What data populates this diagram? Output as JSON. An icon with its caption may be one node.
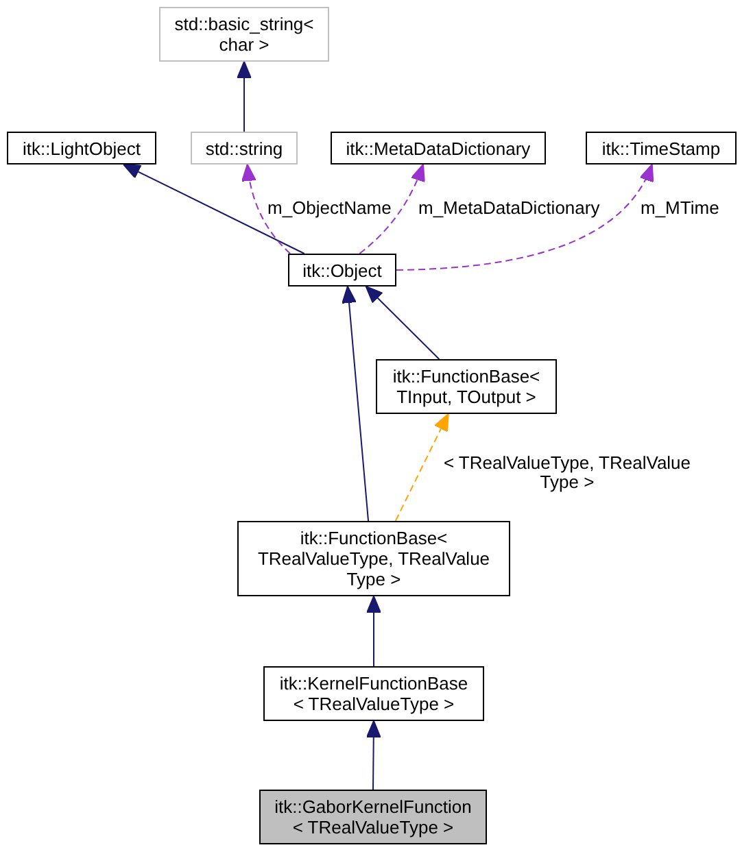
{
  "diagram": {
    "nodes": [
      {
        "text": [
          "std::basic_string< char >"
        ]
      },
      {
        "text": [
          "itk::LightObject"
        ]
      },
      {
        "text": [
          "std::string"
        ]
      },
      {
        "text": [
          "itk::MetaDataDictionary"
        ]
      },
      {
        "text": [
          "itk::TimeStamp"
        ]
      },
      {
        "text": [
          "itk::Object"
        ]
      },
      {
        "text": [
          "itk::FunctionBase< TInput, TOutput >"
        ]
      },
      {
        "text": [
          "itk::FunctionBase< TRealValueType, TRealValue Type >"
        ]
      },
      {
        "text": [
          "itk::KernelFunctionBase < TRealValueType >"
        ]
      },
      {
        "text": [
          "itk::GaborKernelFunction < TRealValueType >"
        ]
      }
    ],
    "edges": [
      {
        "from": 2,
        "to": 0,
        "arrow": "to"
      },
      {
        "from": 5,
        "to": 1,
        "arrow": "to"
      },
      {
        "from": 5,
        "to": 2,
        "arrow": "to",
        "label": "m_ObjectName",
        "style": "dashed",
        "color": "#9a32cd"
      },
      {
        "from": 5,
        "to": 3,
        "arrow": "to",
        "label": "m_MetaDataDictionary",
        "style": "dashed",
        "color": "#9a32cd"
      },
      {
        "from": 5,
        "to": 4,
        "arrow": "to",
        "label": "m_MTime",
        "style": "dashed",
        "color": "#9a32cd"
      },
      {
        "from": 6,
        "to": 5,
        "arrow": "to"
      },
      {
        "from": 7,
        "to": 5,
        "arrow": "to"
      },
      {
        "from": 7,
        "to": 6,
        "arrow": "to",
        "label": "< TRealValueType, TRealValue Type >",
        "style": "dashed",
        "color": "#ffa500"
      },
      {
        "from": 8,
        "to": 7,
        "arrow": "to"
      },
      {
        "from": 9,
        "to": 8,
        "arrow": "to"
      }
    ]
  }
}
